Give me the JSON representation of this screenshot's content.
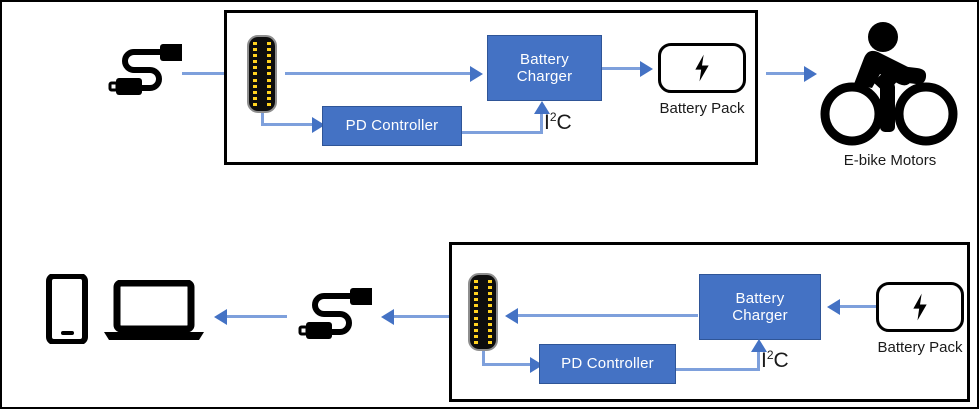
{
  "diagram": {
    "title": "USB-C Power Delivery charging and discharging block diagram",
    "colors": {
      "block_fill": "#4472C4",
      "block_border": "#2F5597",
      "arrow": "#7EA0DC",
      "arrow_head": "#4472C4",
      "enclosure_border": "#000000",
      "connector_body": "#C9C9C9",
      "connector_cavity": "#0D0D0D",
      "connector_pins": "#FFD21F"
    }
  },
  "top_row": {
    "source_cable": {
      "icon": "usb-c-cable-icon",
      "label": ""
    },
    "enclosure": {
      "label": ""
    },
    "receptacle": {
      "icon": "usb-c-receptacle-icon"
    },
    "charger_block": {
      "label": "Battery\nCharger",
      "line1": "Battery",
      "line2": "Charger"
    },
    "pd_block": {
      "label": "PD Controller"
    },
    "bus_label": {
      "prefix": "I",
      "superscript": "2",
      "suffix": "C",
      "full": "I2C"
    },
    "battery_pack": {
      "icon": "lightning-bolt-icon",
      "caption": "Battery  Pack"
    },
    "load": {
      "icon": "cyclist-icon",
      "caption": "E-bike Motors"
    }
  },
  "bottom_row": {
    "devices": [
      {
        "icon": "smartphone-icon",
        "label": ""
      },
      {
        "icon": "laptop-icon",
        "label": ""
      }
    ],
    "sink_cable": {
      "icon": "usb-c-cable-icon",
      "label": ""
    },
    "enclosure": {
      "label": ""
    },
    "receptacle": {
      "icon": "usb-c-receptacle-icon"
    },
    "charger_block": {
      "label": "Battery\nCharger",
      "line1": "Battery",
      "line2": "Charger"
    },
    "pd_block": {
      "label": "PD Controller"
    },
    "bus_label": {
      "prefix": "I",
      "superscript": "2",
      "suffix": "C",
      "full": "I2C"
    },
    "battery_pack": {
      "icon": "lightning-bolt-icon",
      "caption": "Battery  Pack"
    }
  }
}
